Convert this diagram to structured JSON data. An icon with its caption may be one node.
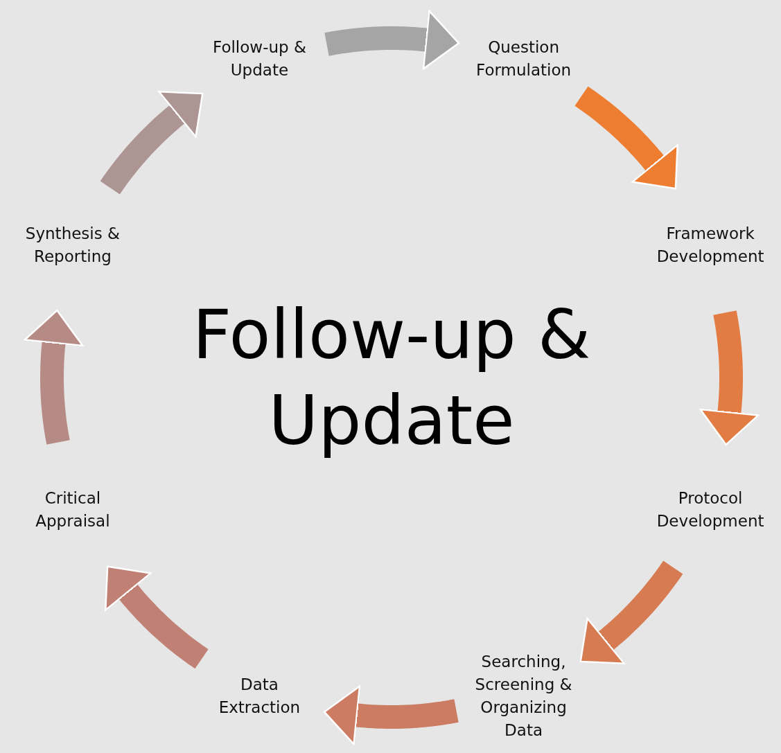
{
  "diagram": {
    "title": "Follow-up & Update",
    "nodes": [
      {
        "text": [
          "Question Formulation"
        ]
      },
      {
        "text": [
          "Framework Development"
        ]
      },
      {
        "text": [
          "Protocol Development"
        ]
      },
      {
        "text": [
          "Searching, Screening & Organizing Data"
        ]
      },
      {
        "text": [
          "Data Extraction"
        ]
      },
      {
        "text": [
          "Critical Appraisal"
        ]
      },
      {
        "text": [
          "Synthesis & Reporting"
        ]
      },
      {
        "text": [
          "Follow-up & Update"
        ]
      }
    ],
    "edges": [
      {
        "from": 7,
        "to": 0,
        "arrow": "to",
        "color": "#a5a5a5"
      },
      {
        "from": 0,
        "to": 1,
        "arrow": "to",
        "color": "#ed7d31"
      },
      {
        "from": 1,
        "to": 2,
        "arrow": "to",
        "color": "#e27c43"
      },
      {
        "from": 2,
        "to": 3,
        "arrow": "to",
        "color": "#d77b53"
      },
      {
        "from": 3,
        "to": 4,
        "arrow": "to",
        "color": "#cc7c63"
      },
      {
        "from": 4,
        "to": 5,
        "arrow": "to",
        "color": "#c08174"
      },
      {
        "from": 5,
        "to": 6,
        "arrow": "to",
        "color": "#b68b85"
      },
      {
        "from": 6,
        "to": 7,
        "arrow": "to",
        "color": "#ad9593"
      }
    ]
  }
}
